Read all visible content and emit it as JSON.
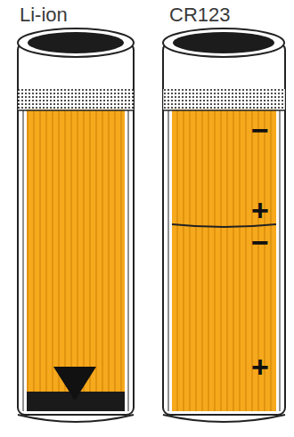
{
  "diagram": {
    "labels": [
      "Li-ion",
      "CR123",
      "−",
      "+",
      "−",
      "+"
    ]
  }
}
